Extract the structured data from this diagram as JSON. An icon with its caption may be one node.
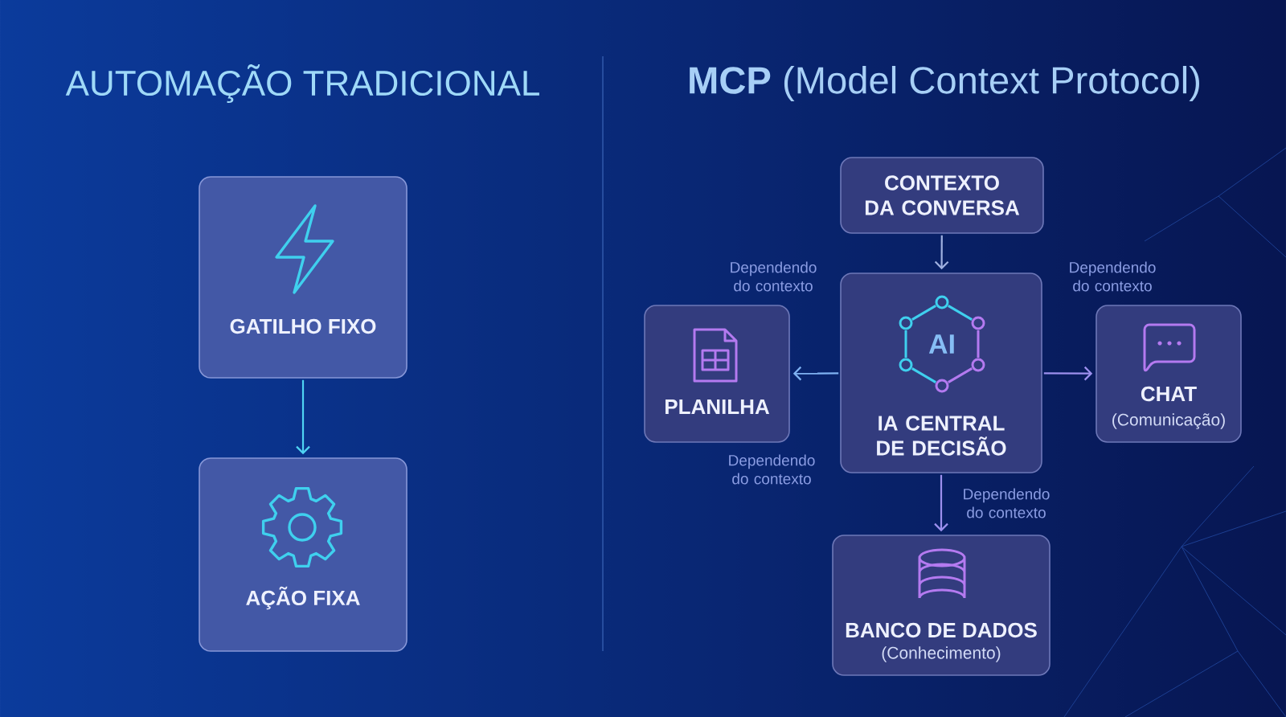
{
  "diagram": {
    "nodes": [
      {
        "text": [
          "GATILHO FIXO"
        ]
      },
      {
        "text": [
          "AÇÃO FIXA"
        ]
      },
      {
        "text": [
          "CONTEXTO DA CONVERSA"
        ]
      },
      {
        "text": [
          "PLANILHA"
        ]
      },
      {
        "text": [
          "IA CENTRAL DE DECISÃO"
        ]
      },
      {
        "text": [
          "CHAT",
          "(Comunicação)"
        ]
      },
      {
        "text": [
          "BANCO DE DADOS",
          "(Conhecimento)"
        ]
      }
    ],
    "edges": [
      {
        "from": 0,
        "to": 1,
        "arrow": "to",
        "color": "#4fd3f2"
      },
      {
        "from": 2,
        "to": 4,
        "arrow": "to",
        "color": "#9fb0e0"
      },
      {
        "from": 4,
        "to": 3,
        "arrow": "to",
        "color": "#7fb2f2"
      },
      {
        "from": 4,
        "to": 5,
        "arrow": "to"
      },
      {
        "from": 4,
        "to": 6,
        "arrow": "to",
        "label": "Dependendo do contexto"
      }
    ],
    "labels": [
      "AUTOMAÇÃO TRADICIONAL",
      "**MCP** (Model Context Protocol)",
      "Dependendo do contexto",
      "Dependendo do contexto",
      "AI",
      "Dependendo do contexto"
    ]
  }
}
